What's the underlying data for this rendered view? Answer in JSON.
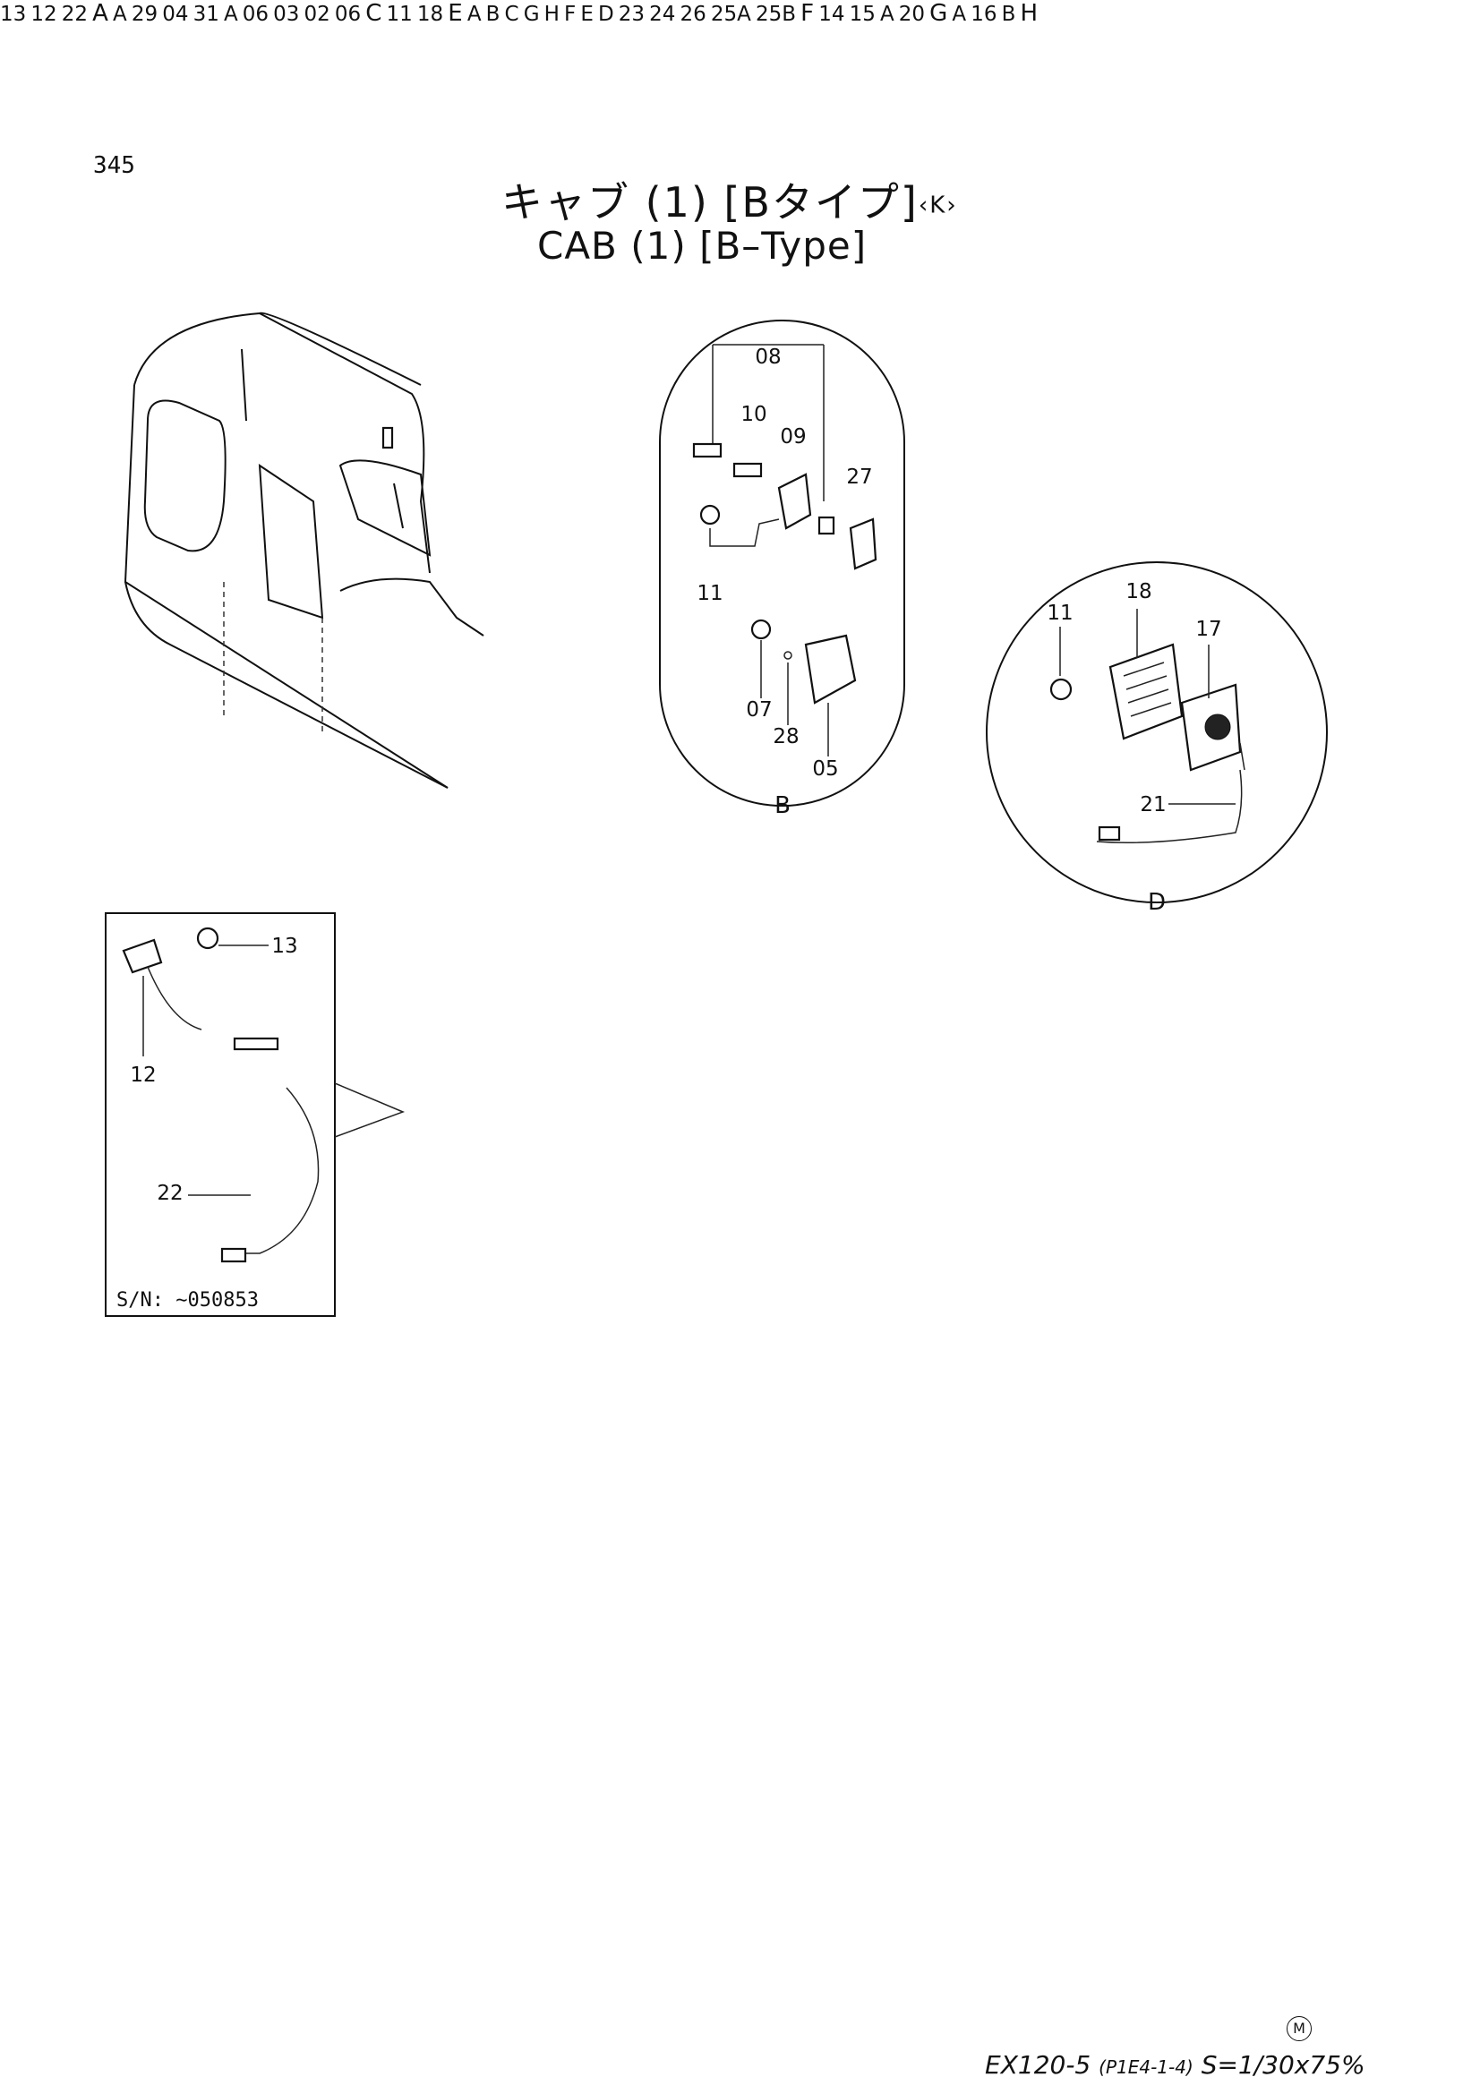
{
  "page_number": "345",
  "title": {
    "japanese": "キャブ (1) [Bタイプ]",
    "k_mark": "‹K›",
    "english": "CAB (1) [B–Type]"
  },
  "detail_views": {
    "A": "A",
    "B": "B",
    "C": "C",
    "D": "D",
    "E": "E",
    "F": "F",
    "G": "G",
    "H": "H"
  },
  "part_numbers": {
    "p02": "02",
    "p03": "03",
    "p04": "04",
    "p05": "05",
    "p06a": "06",
    "p06b": "06",
    "p07": "07",
    "p08": "08",
    "p09": "09",
    "p10": "10",
    "p11b": "11",
    "p11d": "11",
    "p11e": "11",
    "p12box": "12",
    "p12a": "12",
    "p13box": "13",
    "p13a": "13",
    "p14": "14",
    "p15": "15",
    "p16": "16",
    "p17": "17",
    "p18d": "18",
    "p18e": "18",
    "p20": "20",
    "p21": "21",
    "p22box": "22",
    "p22a": "22",
    "p23": "23",
    "p24": "24",
    "p25a": "25A",
    "p25b": "25B",
    "p26": "26",
    "p27": "27",
    "p28": "28",
    "p29": "29",
    "p31": "31"
  },
  "sub_refs": {
    "c_a1": "A",
    "c_a2": "A",
    "g_a": "A",
    "h_a": "A",
    "h_b": "B"
  },
  "serial_note": "S/N: ∼050853",
  "model_code": "EX120-5",
  "page_code": "(P1E4-1-4)",
  "scale": "S=1/30x75%",
  "m_mark": "M"
}
